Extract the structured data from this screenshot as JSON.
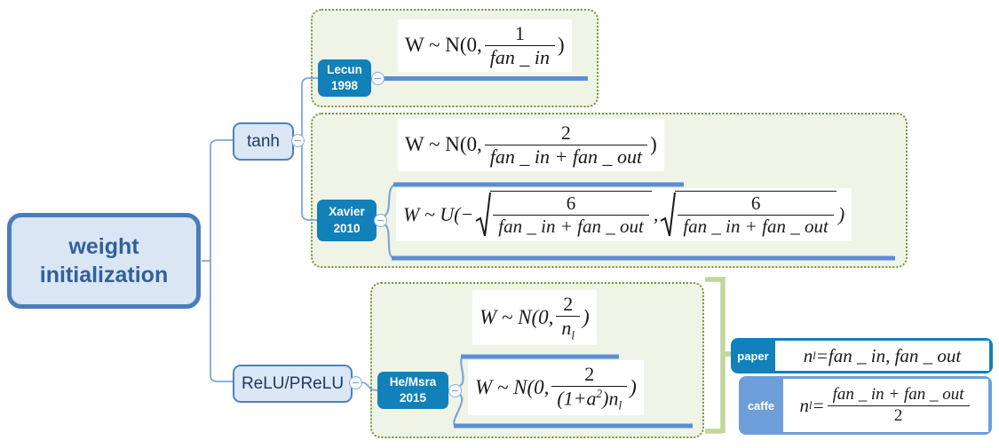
{
  "colors": {
    "node_blue": "#1280b9",
    "light_node_bg": "#dce7f5",
    "light_node_border": "#4f81bd",
    "root_bg": "#dae6f3",
    "root_border": "#4a7ebb",
    "root_text": "#31609c",
    "group_bg": "#f0f4e7",
    "group_border": "#76923c",
    "branch_line": "#7da6d8",
    "branch_thick": "#5b8ed6",
    "bracket_green": "#c3d69b",
    "caffe_bg": "#6d9eda"
  },
  "root": {
    "line1": "weight",
    "line2": "initialization"
  },
  "branch_tanh": {
    "label": "tanh"
  },
  "branch_relu": {
    "label": "ReLU/PReLU"
  },
  "node_lecun": {
    "line1": "Lecun",
    "line2": "1998"
  },
  "node_xavier": {
    "line1": "Xavier",
    "line2": "2010"
  },
  "node_he": {
    "line1": "He/Msra",
    "line2": "2015"
  },
  "collapse_glyph": "−",
  "formulas": {
    "lecun": {
      "prefix": "W ~ N(0,",
      "num": "1",
      "den": "fan _ in",
      "close": ")"
    },
    "xavier_normal": {
      "prefix": "W ~ N(0,",
      "num": "2",
      "den": "fan _ in + fan _ out",
      "close": ")"
    },
    "xavier_uniform": {
      "prefix": "W ~ U(−",
      "sqrt1": {
        "num": "6",
        "den": "fan _ in + fan _ out"
      },
      "comma": ",",
      "sqrt2": {
        "num": "6",
        "den": "fan _ in + fan _ out"
      },
      "close": ")"
    },
    "he_normal": {
      "prefix": "W ~ N(0,",
      "num": "2",
      "den_base": "n",
      "den_sub": "l",
      "close": ")"
    },
    "he_prelu": {
      "prefix": "W ~ N(0,",
      "num": "2",
      "den_p1": "(1+a",
      "den_sup": "2",
      "den_p2": ")n",
      "den_sub": "l",
      "close": ")"
    }
  },
  "side_notes": {
    "paper": {
      "label": "paper",
      "var_base": "n",
      "var_sub": "l",
      "eq": " = ",
      "value": "fan _ in, fan _ out"
    },
    "caffe": {
      "label": "caffe",
      "var_base": "n",
      "var_sub": "l",
      "eq": " = ",
      "num": "fan _ in + fan _ out",
      "den": "2"
    }
  }
}
